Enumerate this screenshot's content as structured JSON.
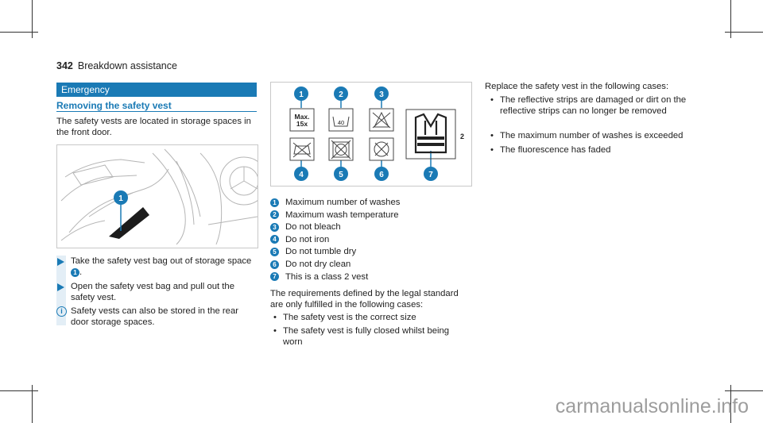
{
  "header": {
    "page_number": "342",
    "section": "Breakdown assistance"
  },
  "section_bar": "Emergency",
  "subheading": "Removing the safety vest",
  "intro": "The safety vests are located in storage spaces in the front door.",
  "steps": [
    {
      "text": "Take the safety vest bag out of storage space",
      "badge": "1",
      "suffix": "."
    },
    {
      "text": "Open the safety vest bag and pull out the safety vest."
    }
  ],
  "note": "Safety vests can also be stored in the rear door storage spaces.",
  "figure_labels": {
    "max_label": "Max.\n15x",
    "temp_label": "40",
    "class_label": "2",
    "callouts": [
      "1",
      "2",
      "3",
      "4",
      "5",
      "6",
      "7"
    ]
  },
  "legend": [
    {
      "num": "1",
      "text": "Maximum number of washes"
    },
    {
      "num": "2",
      "text": "Maximum wash temperature"
    },
    {
      "num": "3",
      "text": "Do not bleach"
    },
    {
      "num": "4",
      "text": "Do not iron"
    },
    {
      "num": "5",
      "text": "Do not tumble dry"
    },
    {
      "num": "6",
      "text": "Do not dry clean"
    },
    {
      "num": "7",
      "text": "This is a class 2 vest"
    }
  ],
  "requirements_intro": "The requirements defined by the legal standard are only fulfilled in the following cases:",
  "requirements": [
    "The safety vest is the correct size",
    "The safety vest is fully closed whilst being worn"
  ],
  "replace_intro": "Replace the safety vest in the following cases:",
  "replace_cases": [
    "The reflective strips are damaged or dirt on the reflective strips can no longer be removed",
    "The maximum number of washes is exceeded",
    "The fluorescence has faded"
  ],
  "watermark": "carmanualsonline.info",
  "colors": {
    "accent": "#1a7ab5",
    "step_bg": "#e3eef6"
  }
}
